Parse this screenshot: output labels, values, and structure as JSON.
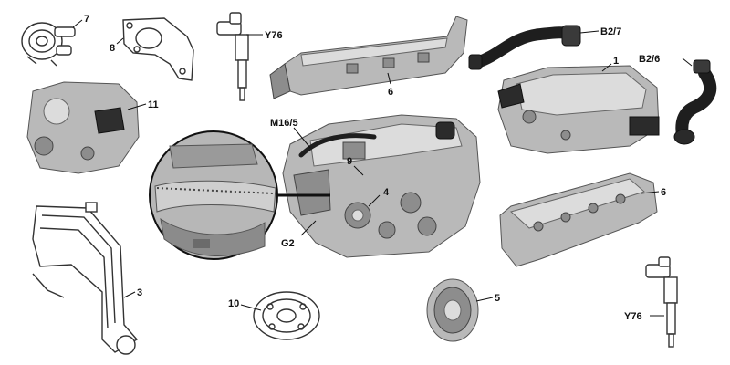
{
  "labels": {
    "vacuum_pump": "7",
    "bracket": "8",
    "injector_top": "Y76",
    "intake_manifold": "6",
    "air_duct_upper": "B2/7",
    "engine_cover": "1",
    "air_duct_lower": "B2/6",
    "high_pressure_pump": "11",
    "engine_wiring": "M16/5",
    "engine_point_9": "9",
    "engine_point_4": "4",
    "engine_g2": "G2",
    "cylinder_head_cover": "6",
    "belt_diagram": "3",
    "pulley_left": "10",
    "pulley_right": "5",
    "injector_bottom": "Y76"
  },
  "colors": {
    "ink": "#111111",
    "metal": "#b9b9b9",
    "metal_dark": "#8d8d8d",
    "metal_light": "#dcdcdc",
    "hose": "#1e1e1e"
  }
}
